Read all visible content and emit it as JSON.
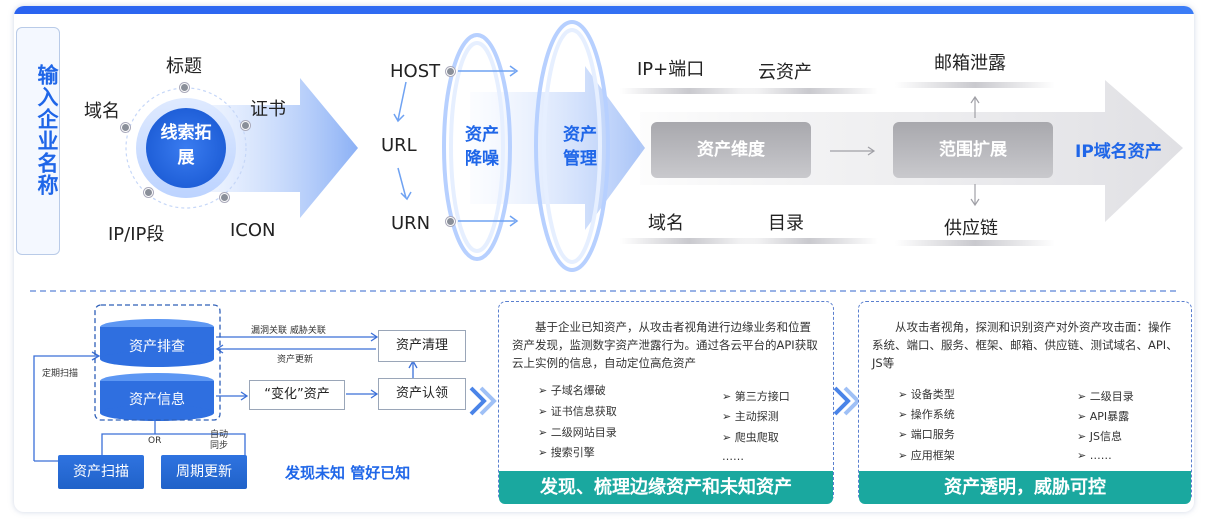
{
  "input": {
    "label": "输入企业名称"
  },
  "clue": {
    "center": "线索拓展",
    "items": {
      "title": "标题",
      "domain": "域名",
      "cert": "证书",
      "ip": "IP/IP段",
      "icon": "ICON"
    }
  },
  "noise": {
    "host": "HOST",
    "url": "URL",
    "urn": "URN",
    "label": "资产降噪"
  },
  "manage": {
    "label": "资产管理"
  },
  "dimension": {
    "box": "资产维度",
    "ip_port": "IP+端口",
    "cloud": "云资产",
    "domain": "域名",
    "dir": "目录"
  },
  "extend": {
    "box": "范围扩展",
    "mail": "邮箱泄露",
    "supply": "供应链"
  },
  "result": {
    "label": "IP域名资产"
  },
  "flow": {
    "check": "资产排查",
    "info": "资产信息",
    "change": "“变化”资产",
    "clean": "资产清理",
    "claim": "资产认领",
    "scan": "资产扫描",
    "periodic": "周期更新",
    "vuln_threat": "漏洞关联   威胁关联",
    "asset_update": "资产更新",
    "timed_scan": "定期扫描",
    "or": "OR",
    "auto_sync": "自动同步",
    "slogan": "发现未知  管好已知"
  },
  "panel1": {
    "desc": "基于企业已知资产，从攻击者视角进行边缘业务和位置资产发现，监测数字资产泄露行为。通过各云平台的API获取云上实例的信息，自动定位高危资产",
    "left": [
      "子域名爆破",
      "证书信息获取",
      "二级网站目录",
      "搜索引擎"
    ],
    "right": [
      "第三方接口",
      "主动探测",
      "爬虫爬取",
      "……"
    ],
    "banner": "发现、梳理边缘资产和未知资产"
  },
  "panel2": {
    "desc": "从攻击者视角，探测和识别资产对外资产攻击面：操作系统、端口、服务、框架、邮箱、供应链、测试域名、API、JS等",
    "left": [
      "设备类型",
      "操作系统",
      "端口服务",
      "应用框架"
    ],
    "right": [
      "二级目录",
      "API暴露",
      "JS信息",
      "……"
    ],
    "banner": "资产透明，威胁可控"
  },
  "colors": {
    "blue": "#1f66e8",
    "teal": "#1aa89f",
    "gray": "#b8b8bc"
  }
}
